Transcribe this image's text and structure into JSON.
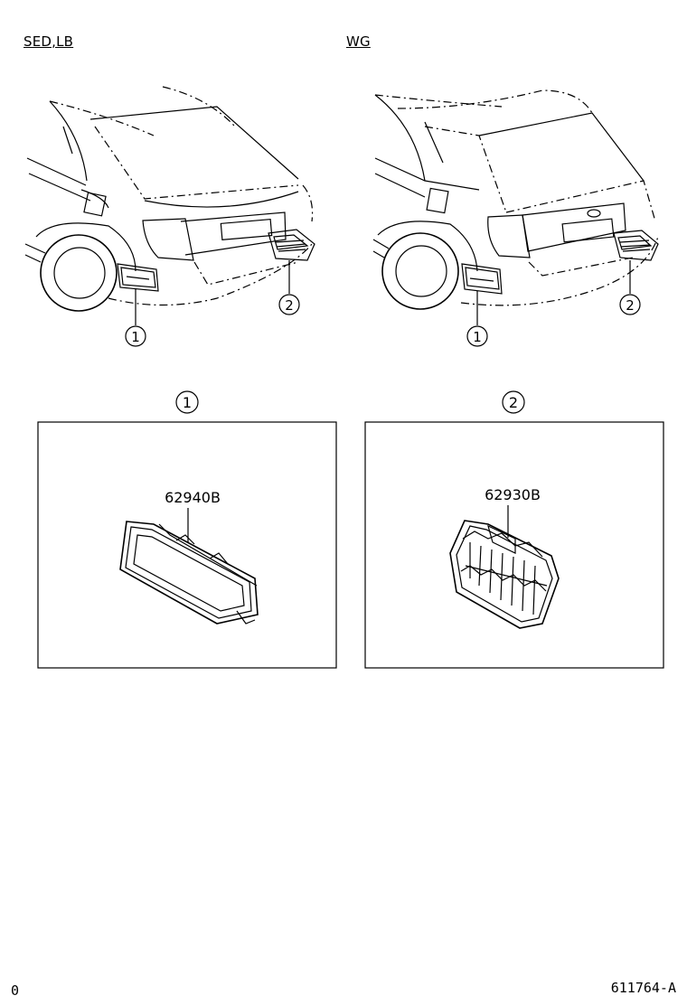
{
  "variants": {
    "left": "SED,LB",
    "right": "WG"
  },
  "callouts": {
    "one": "1",
    "two": "2"
  },
  "panels": [
    {
      "index": "1",
      "part_number": "62940B"
    },
    {
      "index": "2",
      "part_number": "62930B"
    }
  ],
  "footer": {
    "left_code": "0",
    "figure_id": "611764-A"
  }
}
